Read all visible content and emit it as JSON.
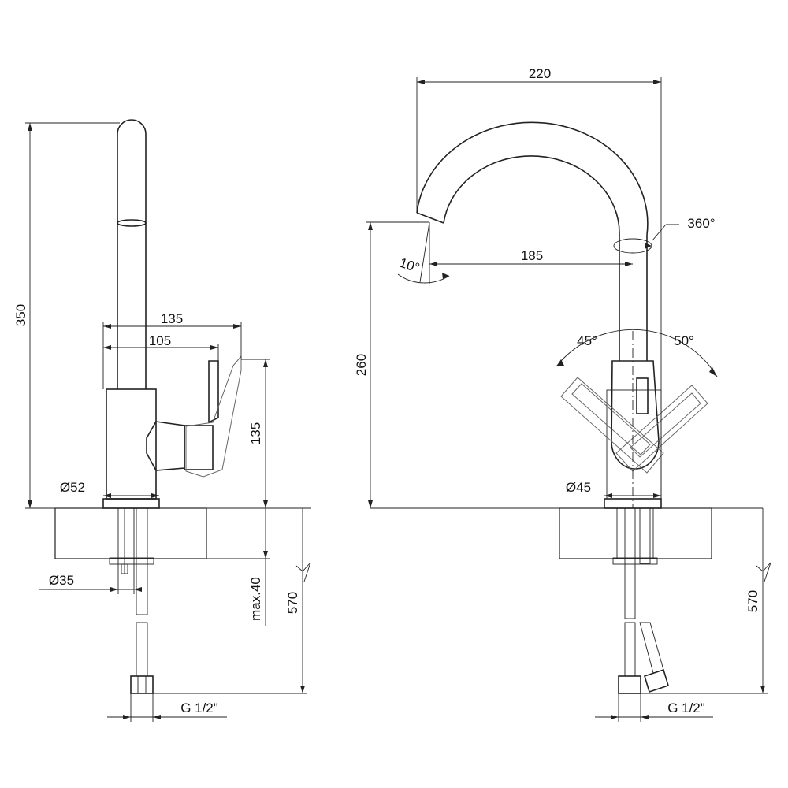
{
  "side_view": {
    "height_total": "350",
    "handle_depth_outer": "135",
    "handle_depth_inner": "105",
    "body_height": "135",
    "base_diameter": "Ø52",
    "hole_diameter": "Ø35",
    "max_thickness": "max.40",
    "hose_length": "570",
    "thread": "G 1/2\""
  },
  "front_view": {
    "width_total": "220",
    "spout_reach": "185",
    "spout_height": "260",
    "rotation": "360°",
    "tilt_angle": "10°",
    "lever_left": "45°",
    "lever_right": "50°",
    "base_diameter": "Ø45",
    "hose_length": "570",
    "thread": "G 1/2\""
  }
}
